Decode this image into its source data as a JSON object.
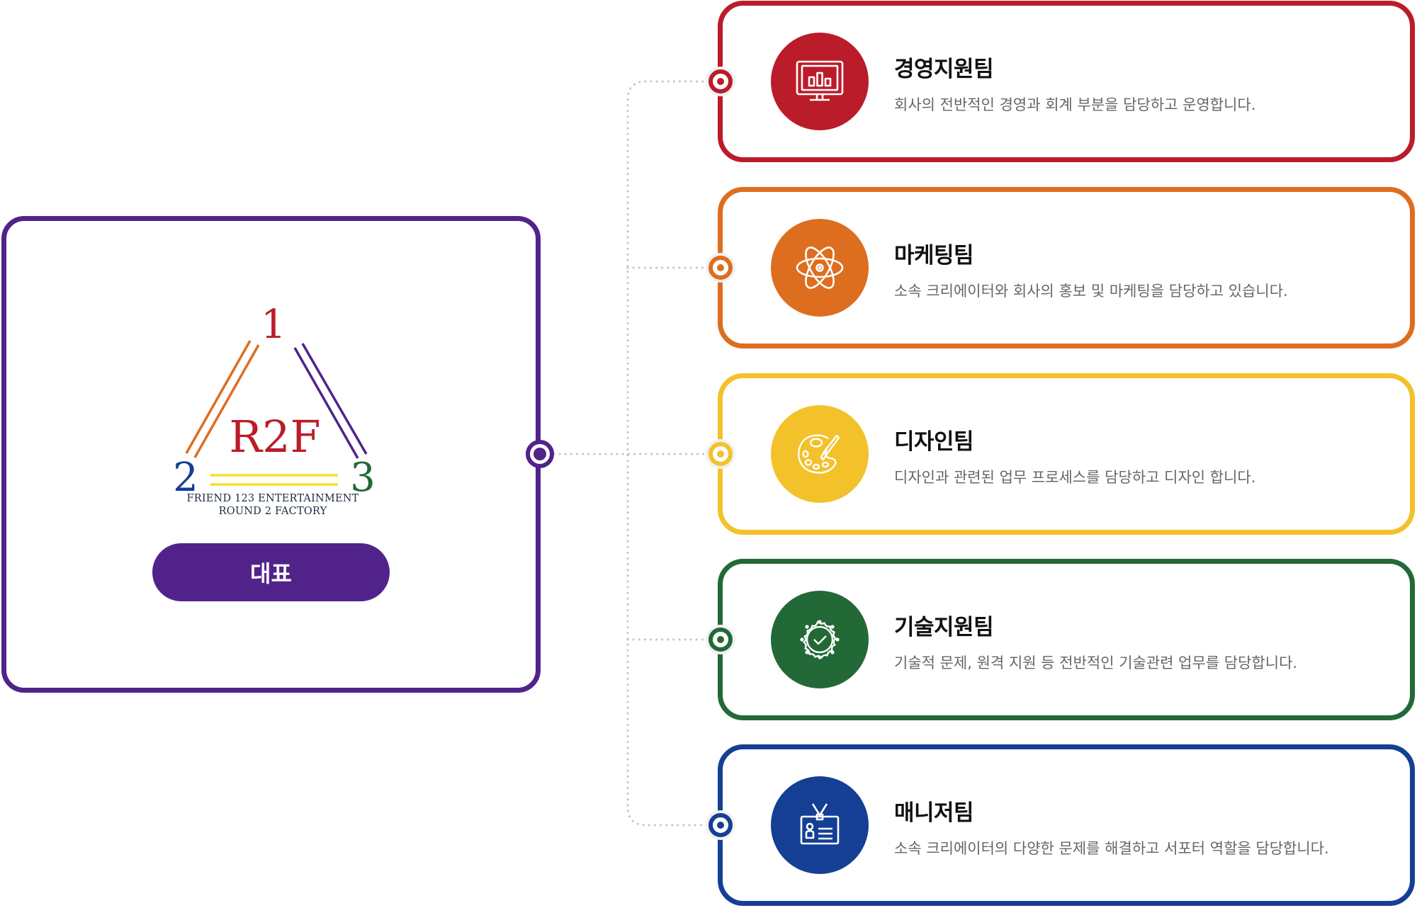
{
  "ceo": {
    "logo": {
      "top_number": "1",
      "left_number": "2",
      "right_number": "3",
      "center_text": "R2F",
      "caption_line1": "FRIEND 123 ENTERTAINMENT",
      "caption_line2": "ROUND 2 FACTORY"
    },
    "button_label": "대표",
    "color": "#51238a"
  },
  "teams": [
    {
      "title": "경영지원팀",
      "description": "회사의 전반적인 경영과 회계 부분을 담당하고 운영합니다.",
      "icon": "monitor-chart-icon",
      "color": "#bb1c2a"
    },
    {
      "title": "마케팅팀",
      "description": "소속 크리에이터와 회사의 홍보 및 마케팅을 담당하고 있습니다.",
      "icon": "atom-icon",
      "color": "#dd6e1f"
    },
    {
      "title": "디자인팀",
      "description": "디자인과 관련된 업무 프로세스를 담당하고 디자인 합니다.",
      "icon": "palette-icon",
      "color": "#f3c12a"
    },
    {
      "title": "기술지원팀",
      "description": "기술적 문제, 원격 지원 등 전반적인 기술관련 업무를 담당합니다.",
      "icon": "badge-check-icon",
      "color": "#236937"
    },
    {
      "title": "매니저팀",
      "description": "소속 크리에이터의 다양한 문제를 해결하고 서포터 역할을 담당합니다.",
      "icon": "id-card-icon",
      "color": "#143f94"
    }
  ],
  "connector_color": "#c4c4c4"
}
